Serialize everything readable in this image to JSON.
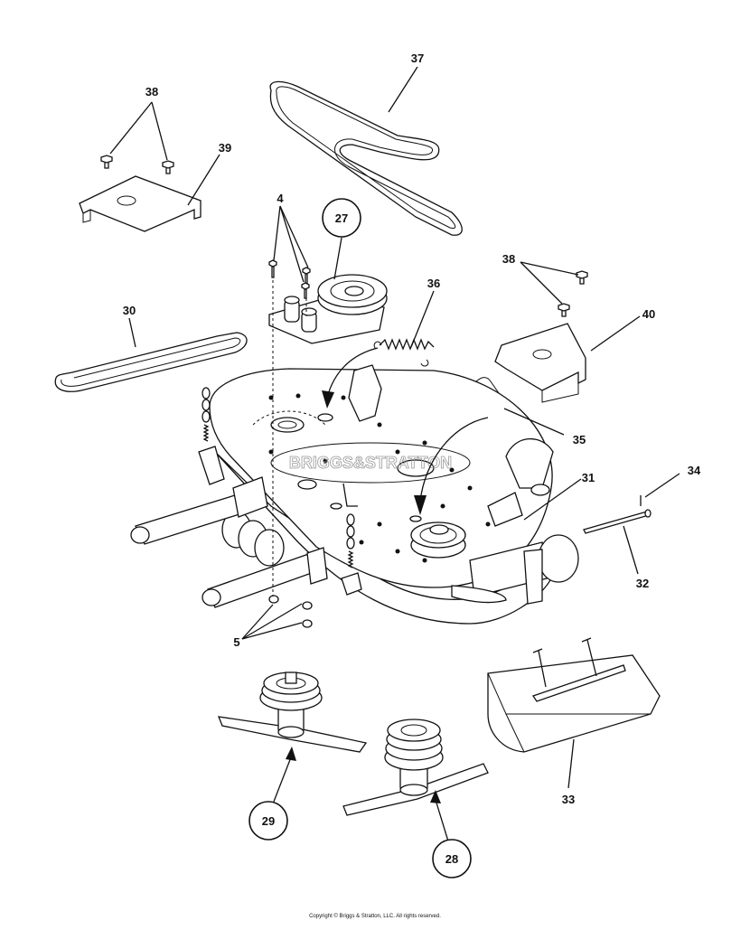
{
  "diagram": {
    "watermark": "BRIGGS&STRATTON",
    "copyright": "Copyright © Briggs & Stratton, LLC. All rights reserved.",
    "labels": {
      "p4": "4",
      "p5": "5",
      "p27": "27",
      "p28": "28",
      "p29": "29",
      "p30": "30",
      "p31": "31",
      "p32": "32",
      "p33": "33",
      "p34": "34",
      "p35": "35",
      "p36": "36",
      "p37": "37",
      "p38a": "38",
      "p38b": "38",
      "p39": "39",
      "p40": "40"
    }
  }
}
